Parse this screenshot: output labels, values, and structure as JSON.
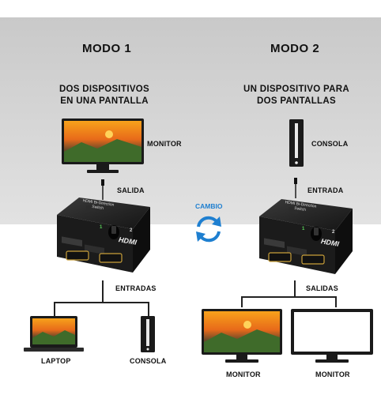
{
  "mode1": {
    "title": "MODO 1",
    "description": [
      "DOS  DISPOSITIVOS",
      "EN UNA PANTALLA"
    ],
    "monitor_label": "MONITOR",
    "output_label": "SALIDA",
    "inputs_label": "ENTRADAS",
    "laptop_label": "LAPTOP",
    "console_label": "CONSOLA"
  },
  "mode2": {
    "title": "MODO 2",
    "description": [
      "UN DISPOSITIVO PARA",
      "DOS PANTALLAS"
    ],
    "console_label": "CONSOLA",
    "input_label": "ENTRADA",
    "outputs_label": "SALIDAS",
    "monitor1_label": "MONITOR",
    "monitor2_label": "MONITOR"
  },
  "switch": {
    "top_text": [
      "HDMI Bi-Direction",
      "Switch"
    ],
    "port_labels": [
      "1",
      "2"
    ],
    "logo": "HDMI"
  },
  "cambio_label": "CAMBIO",
  "colors": {
    "accent_blue": "#1e7fd0",
    "device_black": "#1a1a1a",
    "band_gray": "#d4d4d4"
  }
}
